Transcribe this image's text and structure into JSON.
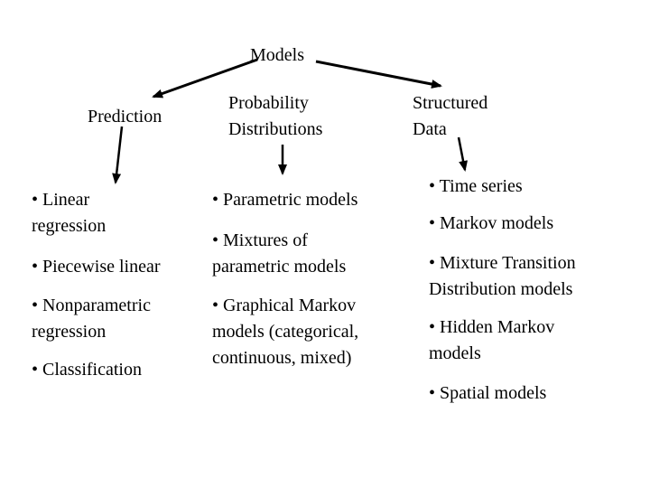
{
  "root": "Models",
  "columns": [
    {
      "header": "Prediction",
      "items": [
        "• Linear\nregression",
        "• Piecewise linear",
        "• Nonparametric\nregression",
        "• Classification"
      ]
    },
    {
      "header": "Probability\nDistributions",
      "items": [
        "• Parametric models",
        "• Mixtures of\nparametric models",
        "• Graphical Markov\nmodels (categorical,\ncontinuous, mixed)"
      ]
    },
    {
      "header": "Structured\nData",
      "items": [
        "• Time series",
        "• Markov models",
        "• Mixture Transition\nDistribution models",
        "• Hidden Markov\nmodels",
        "• Spatial models"
      ]
    }
  ]
}
